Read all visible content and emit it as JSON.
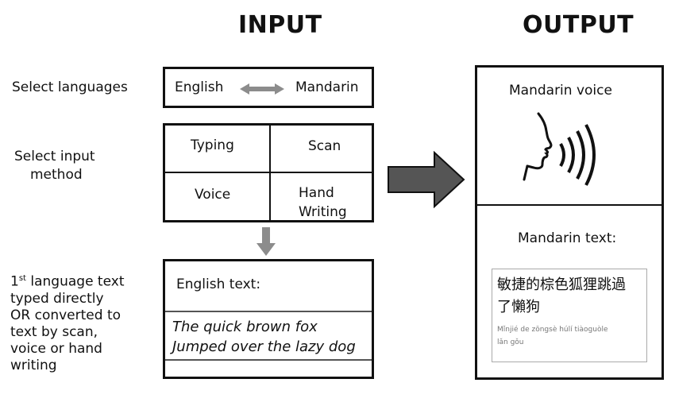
{
  "headings": {
    "input": "INPUT",
    "output": "OUTPUT"
  },
  "side_labels": {
    "select_languages": "Select languages",
    "select_input_line1": "Select input",
    "select_input_line2": "method",
    "note_lines": [
      "language text",
      "typed directly",
      "OR converted to",
      "text by scan,",
      "voice or hand",
      "writing"
    ],
    "note_prefix": "1",
    "note_sup": "st"
  },
  "languages": {
    "source": "English",
    "target": "Mandarin"
  },
  "input_methods": {
    "typing": "Typing",
    "scan": "Scan",
    "voice": "Voice",
    "hand_line1": "Hand",
    "hand_line2": "Writing"
  },
  "english_box": {
    "label": "English text:",
    "line1": "The quick brown fox",
    "line2": "Jumped over the lazy dog"
  },
  "output": {
    "voice_label": "Mandarin voice",
    "text_label": "Mandarin text:",
    "chinese_line1": "敏捷的棕色狐狸跳過",
    "chinese_line2": "了懶狗",
    "pinyin_line1": "Mǐnjié de zōngsè húlí tiàoguòle",
    "pinyin_line2": "lǎn gǒu"
  },
  "icons": [
    "bidirectional-arrow-icon",
    "down-arrow-icon",
    "right-arrow-icon",
    "speaking-head-icon"
  ],
  "colors": {
    "border": "#111111",
    "arrow_gray": "#8c8c8c",
    "big_arrow": "#555555",
    "pinyin": "#777777"
  }
}
